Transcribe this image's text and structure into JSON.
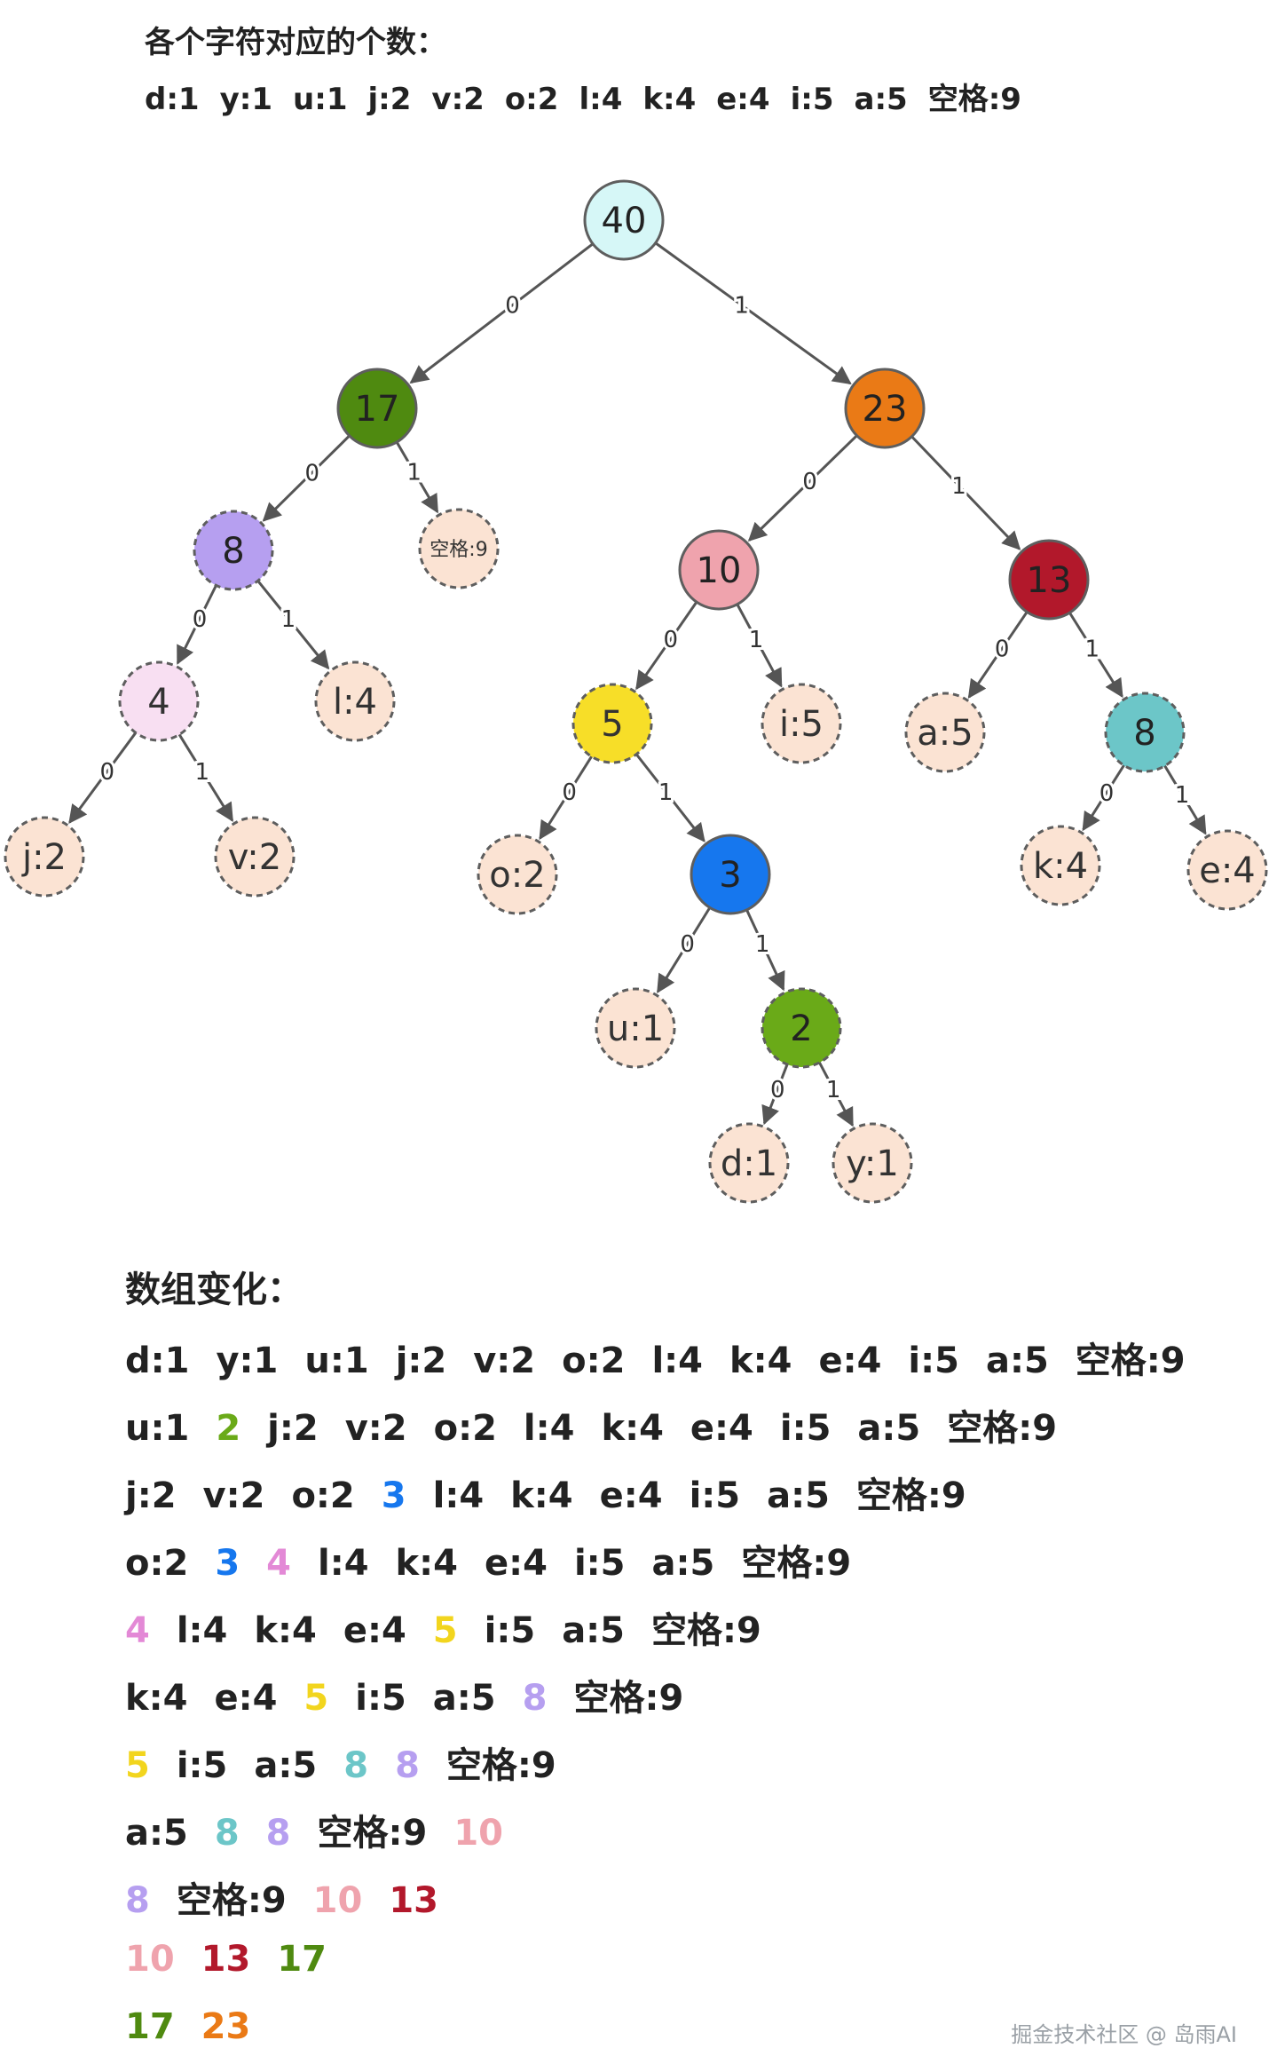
{
  "header": {
    "title": "各个字符对应的个数：",
    "counts": [
      "d:1",
      "y:1",
      "u:1",
      "j:2",
      "v:2",
      "o:2",
      "l:4",
      "k:4",
      "e:4",
      "i:5",
      "a:5",
      "空格:9"
    ]
  },
  "tree": {
    "nodes": [
      {
        "id": "n40",
        "label": "40",
        "fill": "#d6f7f7",
        "dashed": false,
        "light": false
      },
      {
        "id": "n17",
        "label": "17",
        "fill": "#4f8a10",
        "dashed": false,
        "light": false
      },
      {
        "id": "n23",
        "label": "23",
        "fill": "#ea7a16",
        "dashed": false,
        "light": false
      },
      {
        "id": "n8a",
        "label": "8",
        "fill": "#b69ff0",
        "dashed": true,
        "light": false
      },
      {
        "id": "nsp",
        "label": "空格:9",
        "fill": "#fbe3d3",
        "dashed": true,
        "light": true,
        "small": true
      },
      {
        "id": "n10",
        "label": "10",
        "fill": "#efa3ad",
        "dashed": false,
        "light": false
      },
      {
        "id": "n13",
        "label": "13",
        "fill": "#b2182b",
        "dashed": false,
        "light": false
      },
      {
        "id": "n4",
        "label": "4",
        "fill": "#f8dff2",
        "dashed": true,
        "light": true
      },
      {
        "id": "nl",
        "label": "l:4",
        "fill": "#fbe3d3",
        "dashed": true,
        "light": true
      },
      {
        "id": "n5",
        "label": "5",
        "fill": "#f7de28",
        "dashed": true,
        "light": true
      },
      {
        "id": "ni",
        "label": "i:5",
        "fill": "#fbe3d3",
        "dashed": true,
        "light": true
      },
      {
        "id": "na",
        "label": "a:5",
        "fill": "#fbe3d3",
        "dashed": true,
        "light": true
      },
      {
        "id": "n8b",
        "label": "8",
        "fill": "#6cc6c8",
        "dashed": true,
        "light": false
      },
      {
        "id": "nj",
        "label": "j:2",
        "fill": "#fbe3d3",
        "dashed": true,
        "light": true
      },
      {
        "id": "nv",
        "label": "v:2",
        "fill": "#fbe3d3",
        "dashed": true,
        "light": true
      },
      {
        "id": "no",
        "label": "o:2",
        "fill": "#fbe3d3",
        "dashed": true,
        "light": true
      },
      {
        "id": "n3",
        "label": "3",
        "fill": "#1677ee",
        "dashed": false,
        "light": false
      },
      {
        "id": "nk",
        "label": "k:4",
        "fill": "#fbe3d3",
        "dashed": true,
        "light": true
      },
      {
        "id": "ne",
        "label": "e:4",
        "fill": "#fbe3d3",
        "dashed": true,
        "light": true
      },
      {
        "id": "nu",
        "label": "u:1",
        "fill": "#fbe3d3",
        "dashed": true,
        "light": true
      },
      {
        "id": "n2",
        "label": "2",
        "fill": "#6aaa18",
        "dashed": true,
        "light": false
      },
      {
        "id": "nd",
        "label": "d:1",
        "fill": "#fbe3d3",
        "dashed": true,
        "light": true
      },
      {
        "id": "ny",
        "label": "y:1",
        "fill": "#fbe3d3",
        "dashed": true,
        "light": true
      }
    ],
    "edges": [
      {
        "from": "n40",
        "to": "n17",
        "label": "0"
      },
      {
        "from": "n40",
        "to": "n23",
        "label": "1"
      },
      {
        "from": "n17",
        "to": "n8a",
        "label": "0"
      },
      {
        "from": "n17",
        "to": "nsp",
        "label": "1"
      },
      {
        "from": "n23",
        "to": "n10",
        "label": "0"
      },
      {
        "from": "n23",
        "to": "n13",
        "label": "1"
      },
      {
        "from": "n8a",
        "to": "n4",
        "label": "0"
      },
      {
        "from": "n8a",
        "to": "nl",
        "label": "1"
      },
      {
        "from": "n10",
        "to": "n5",
        "label": "0"
      },
      {
        "from": "n10",
        "to": "ni",
        "label": "1"
      },
      {
        "from": "n13",
        "to": "na",
        "label": "0"
      },
      {
        "from": "n13",
        "to": "n8b",
        "label": "1"
      },
      {
        "from": "n4",
        "to": "nj",
        "label": "0"
      },
      {
        "from": "n4",
        "to": "nv",
        "label": "1"
      },
      {
        "from": "n5",
        "to": "no",
        "label": "0"
      },
      {
        "from": "n5",
        "to": "n3",
        "label": "1"
      },
      {
        "from": "n8b",
        "to": "nk",
        "label": "0"
      },
      {
        "from": "n8b",
        "to": "ne",
        "label": "1"
      },
      {
        "from": "n3",
        "to": "nu",
        "label": "0"
      },
      {
        "from": "n3",
        "to": "n2",
        "label": "1"
      },
      {
        "from": "n2",
        "to": "nd",
        "label": "0"
      },
      {
        "from": "n2",
        "to": "ny",
        "label": "1"
      }
    ]
  },
  "array": {
    "title": "数组变化：",
    "rows": [
      [
        {
          "t": "d:1"
        },
        {
          "t": "y:1"
        },
        {
          "t": "u:1"
        },
        {
          "t": "j:2"
        },
        {
          "t": "v:2"
        },
        {
          "t": "o:2"
        },
        {
          "t": "l:4"
        },
        {
          "t": "k:4"
        },
        {
          "t": "e:4"
        },
        {
          "t": "i:5"
        },
        {
          "t": "a:5"
        },
        {
          "t": "空格:9"
        }
      ],
      [
        {
          "t": "u:1"
        },
        {
          "t": "2",
          "c": "#6aaa18"
        },
        {
          "t": "j:2"
        },
        {
          "t": "v:2"
        },
        {
          "t": "o:2"
        },
        {
          "t": "l:4"
        },
        {
          "t": "k:4"
        },
        {
          "t": "e:4"
        },
        {
          "t": "i:5"
        },
        {
          "t": "a:5"
        },
        {
          "t": "空格:9"
        }
      ],
      [
        {
          "t": "j:2"
        },
        {
          "t": "v:2"
        },
        {
          "t": "o:2"
        },
        {
          "t": "3",
          "c": "#1677ee"
        },
        {
          "t": "l:4"
        },
        {
          "t": "k:4"
        },
        {
          "t": "e:4"
        },
        {
          "t": "i:5"
        },
        {
          "t": "a:5"
        },
        {
          "t": "空格:9"
        }
      ],
      [
        {
          "t": "o:2"
        },
        {
          "t": "3",
          "c": "#1677ee"
        },
        {
          "t": "4",
          "c": "#e389d6"
        },
        {
          "t": "l:4"
        },
        {
          "t": "k:4"
        },
        {
          "t": "e:4"
        },
        {
          "t": "i:5"
        },
        {
          "t": "a:5"
        },
        {
          "t": "空格:9"
        }
      ],
      [
        {
          "t": "4",
          "c": "#e389d6"
        },
        {
          "t": "l:4"
        },
        {
          "t": "k:4"
        },
        {
          "t": "e:4"
        },
        {
          "t": "5",
          "c": "#f2d51e"
        },
        {
          "t": "i:5"
        },
        {
          "t": "a:5"
        },
        {
          "t": "空格:9"
        }
      ],
      [
        {
          "t": "k:4"
        },
        {
          "t": "e:4"
        },
        {
          "t": "5",
          "c": "#f2d51e"
        },
        {
          "t": "i:5"
        },
        {
          "t": "a:5"
        },
        {
          "t": "8",
          "c": "#b69ff0"
        },
        {
          "t": "空格:9"
        }
      ],
      [
        {
          "t": "5",
          "c": "#f2d51e"
        },
        {
          "t": "i:5"
        },
        {
          "t": "a:5"
        },
        {
          "t": "8",
          "c": "#6cc6c8"
        },
        {
          "t": "8",
          "c": "#b69ff0"
        },
        {
          "t": "空格:9"
        }
      ],
      [
        {
          "t": "a:5"
        },
        {
          "t": "8",
          "c": "#6cc6c8"
        },
        {
          "t": "8",
          "c": "#b69ff0"
        },
        {
          "t": "空格:9"
        },
        {
          "t": "10",
          "c": "#efa3ad"
        }
      ],
      [
        {
          "t": "8",
          "c": "#b69ff0"
        },
        {
          "t": "空格:9"
        },
        {
          "t": "10",
          "c": "#efa3ad"
        },
        {
          "t": "13",
          "c": "#b2182b"
        }
      ],
      [
        {
          "t": "10",
          "c": "#efa3ad"
        },
        {
          "t": "13",
          "c": "#b2182b"
        },
        {
          "t": "17",
          "c": "#4f8a10"
        }
      ],
      [
        {
          "t": "17",
          "c": "#4f8a10"
        },
        {
          "t": "23",
          "c": "#ea7a16"
        }
      ]
    ]
  },
  "watermark": "掘金技术社区 @ 岛雨AI"
}
